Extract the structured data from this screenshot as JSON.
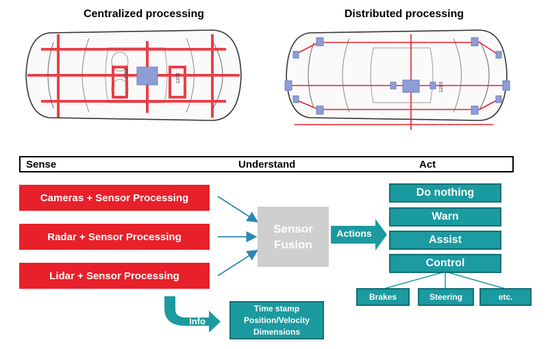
{
  "titles": {
    "centralized": "Centralized processing",
    "distributed": "Distributed processing"
  },
  "phases": {
    "sense": "Sense",
    "understand": "Understand",
    "act": "Act"
  },
  "sensors": [
    "Cameras + Sensor Processing",
    "Radar + Sensor Processing",
    "Lidar + Sensor Processing"
  ],
  "fusion": {
    "line1": "Sensor",
    "line2": "Fusion"
  },
  "actions_label": "Actions",
  "info_label": "Info",
  "info_box": [
    "Time stamp",
    "Position/Velocity",
    "Dimensions"
  ],
  "responses": [
    "Do nothing",
    "Warn",
    "Assist",
    "Control"
  ],
  "controls": [
    "Brakes",
    "Steering",
    "etc."
  ],
  "car_markings": {
    "dim_label": "1203"
  },
  "colors": {
    "red": "#e8202a",
    "teal": "#1b9aa0",
    "fusion_gray": "#cfcfcf",
    "wiring_red": "#e8202a",
    "module_blue": "#8f9dd6"
  }
}
